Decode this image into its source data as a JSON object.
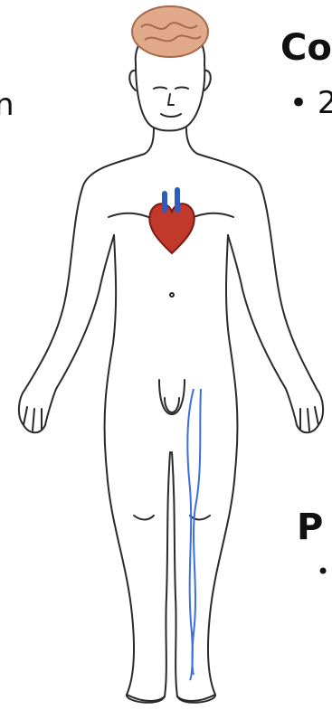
{
  "slide": {
    "left_fragment": "n",
    "heading_top": "Co",
    "bullet_top": "• 2",
    "heading_bottom": "P",
    "bullet_bottom": "•"
  },
  "figure": {
    "organs": [
      "brain-icon",
      "heart-icon",
      "vein-icon"
    ],
    "colors": {
      "outline": "#2a2a2a",
      "vein": "#3a6fe0",
      "heart": "#c0392b",
      "brain": "#e0a98a"
    }
  }
}
